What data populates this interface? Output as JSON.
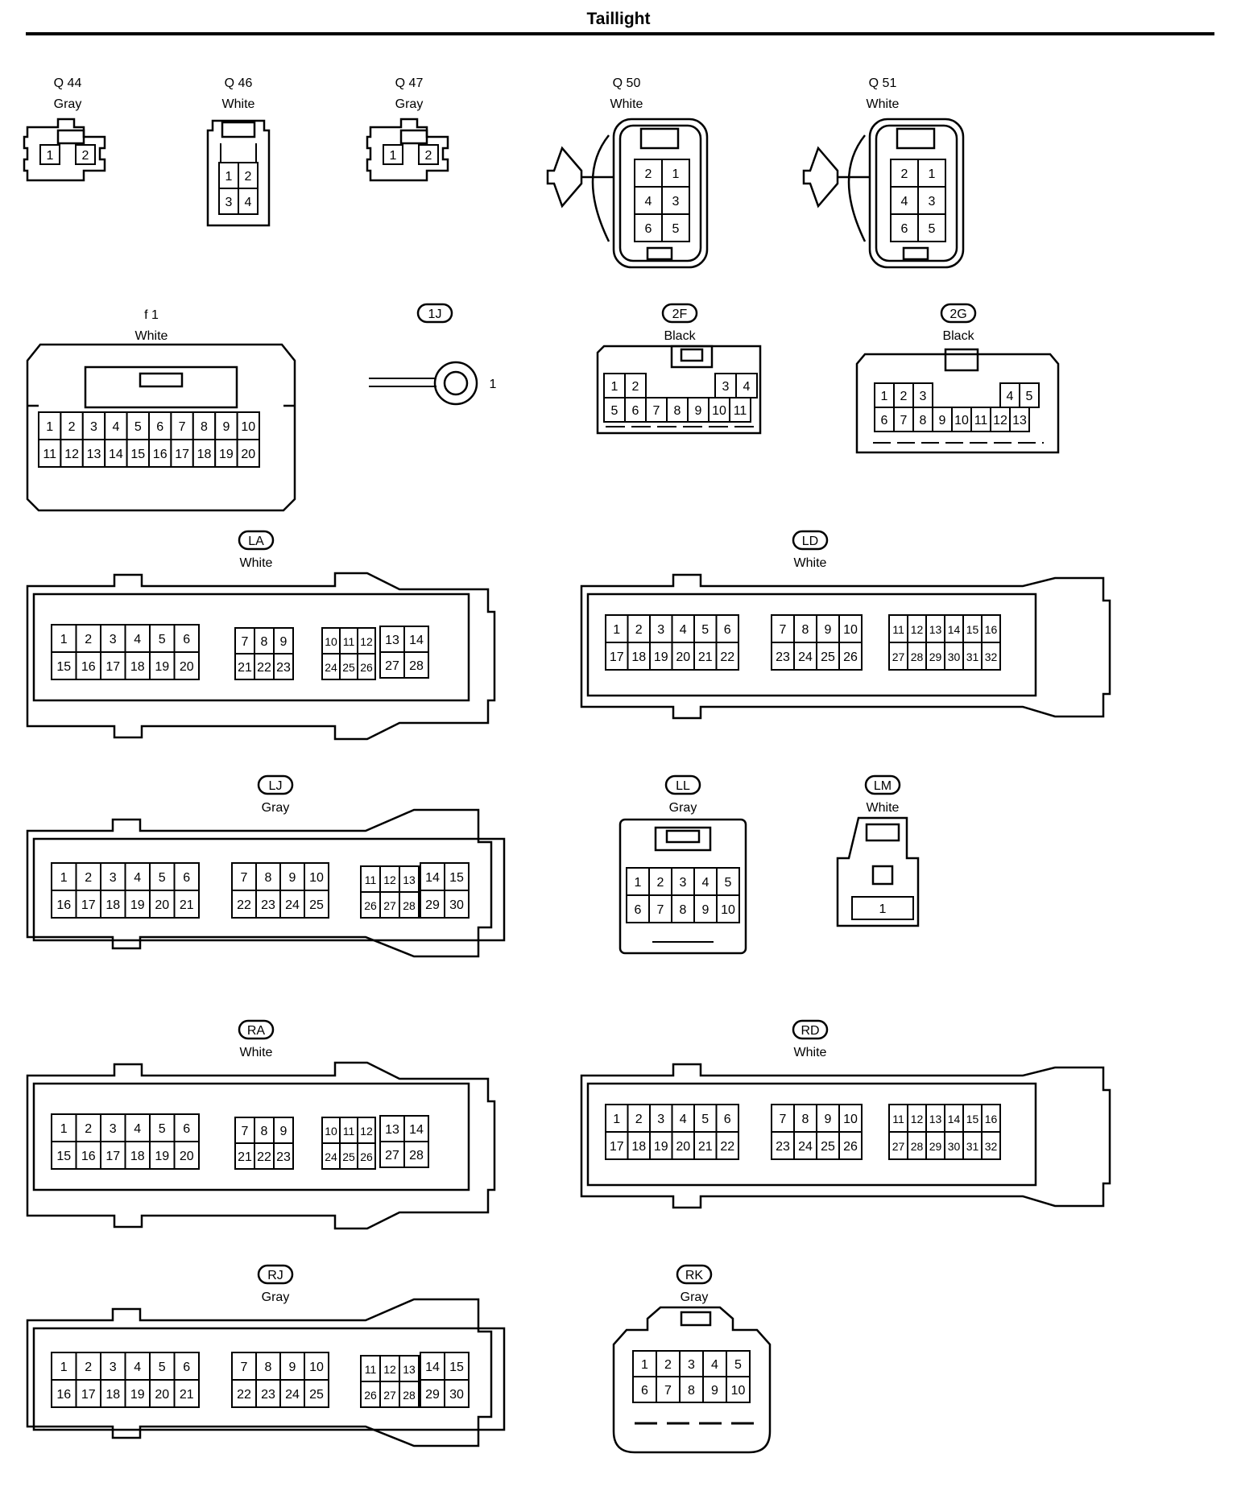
{
  "title": "Taillight",
  "connectors": [
    {
      "id": "Q44",
      "code": "Q 44",
      "color": "Gray",
      "pins": [
        "1",
        "2"
      ]
    },
    {
      "id": "Q46",
      "code": "Q 46",
      "color": "White",
      "pins": [
        "1",
        "2",
        "3",
        "4"
      ]
    },
    {
      "id": "Q47",
      "code": "Q 47",
      "color": "Gray",
      "pins": [
        "1",
        "2"
      ]
    },
    {
      "id": "Q50",
      "code": "Q 50",
      "color": "White",
      "pins": [
        "2",
        "1",
        "4",
        "3",
        "6",
        "5"
      ]
    },
    {
      "id": "Q51",
      "code": "Q 51",
      "color": "White",
      "pins": [
        "2",
        "1",
        "4",
        "3",
        "6",
        "5"
      ]
    },
    {
      "id": "f1",
      "code": "f 1",
      "color": "White",
      "pins": [
        "1",
        "2",
        "3",
        "4",
        "5",
        "6",
        "7",
        "8",
        "9",
        "10",
        "11",
        "12",
        "13",
        "14",
        "15",
        "16",
        "17",
        "18",
        "19",
        "20"
      ]
    },
    {
      "id": "1J",
      "code": "1J",
      "color": "",
      "pins": [
        "1"
      ]
    },
    {
      "id": "2F",
      "code": "2F",
      "color": "Black",
      "pins": [
        "1",
        "2",
        "3",
        "4",
        "5",
        "6",
        "7",
        "8",
        "9",
        "10",
        "11"
      ]
    },
    {
      "id": "2G",
      "code": "2G",
      "color": "Black",
      "pins": [
        "1",
        "2",
        "3",
        "4",
        "5",
        "6",
        "7",
        "8",
        "9",
        "10",
        "11",
        "12",
        "13"
      ]
    },
    {
      "id": "LA",
      "code": "LA",
      "color": "White",
      "pins": [
        "1",
        "2",
        "3",
        "4",
        "5",
        "6",
        "15",
        "16",
        "17",
        "18",
        "19",
        "20",
        "7",
        "8",
        "9",
        "21",
        "22",
        "23",
        "10",
        "11",
        "12",
        "24",
        "25",
        "26",
        "13",
        "14",
        "27",
        "28"
      ]
    },
    {
      "id": "LD",
      "code": "LD",
      "color": "White",
      "pins": [
        "1",
        "2",
        "3",
        "4",
        "5",
        "6",
        "17",
        "18",
        "19",
        "20",
        "21",
        "22",
        "7",
        "8",
        "9",
        "10",
        "23",
        "24",
        "25",
        "26",
        "11",
        "12",
        "13",
        "14",
        "15",
        "16",
        "27",
        "28",
        "29",
        "30",
        "31",
        "32"
      ]
    },
    {
      "id": "LJ",
      "code": "LJ",
      "color": "Gray",
      "pins": [
        "1",
        "2",
        "3",
        "4",
        "5",
        "6",
        "16",
        "17",
        "18",
        "19",
        "20",
        "21",
        "7",
        "8",
        "9",
        "10",
        "22",
        "23",
        "24",
        "25",
        "11",
        "12",
        "13",
        "26",
        "27",
        "28",
        "14",
        "15",
        "29",
        "30"
      ]
    },
    {
      "id": "LL",
      "code": "LL",
      "color": "Gray",
      "pins": [
        "1",
        "2",
        "3",
        "4",
        "5",
        "6",
        "7",
        "8",
        "9",
        "10"
      ]
    },
    {
      "id": "LM",
      "code": "LM",
      "color": "White",
      "pins": [
        "1"
      ]
    },
    {
      "id": "RA",
      "code": "RA",
      "color": "White",
      "pins": [
        "1",
        "2",
        "3",
        "4",
        "5",
        "6",
        "15",
        "16",
        "17",
        "18",
        "19",
        "20",
        "7",
        "8",
        "9",
        "21",
        "22",
        "23",
        "10",
        "11",
        "12",
        "24",
        "25",
        "26",
        "13",
        "14",
        "27",
        "28"
      ]
    },
    {
      "id": "RD",
      "code": "RD",
      "color": "White",
      "pins": [
        "1",
        "2",
        "3",
        "4",
        "5",
        "6",
        "17",
        "18",
        "19",
        "20",
        "21",
        "22",
        "7",
        "8",
        "9",
        "10",
        "23",
        "24",
        "25",
        "26",
        "11",
        "12",
        "13",
        "14",
        "15",
        "16",
        "27",
        "28",
        "29",
        "30",
        "31",
        "32"
      ]
    },
    {
      "id": "RJ",
      "code": "RJ",
      "color": "Gray",
      "pins": [
        "1",
        "2",
        "3",
        "4",
        "5",
        "6",
        "16",
        "17",
        "18",
        "19",
        "20",
        "21",
        "7",
        "8",
        "9",
        "10",
        "22",
        "23",
        "24",
        "25",
        "11",
        "12",
        "13",
        "26",
        "27",
        "28",
        "14",
        "15",
        "29",
        "30"
      ]
    },
    {
      "id": "RK",
      "code": "RK",
      "color": "Gray",
      "pins": [
        "1",
        "2",
        "3",
        "4",
        "5",
        "6",
        "7",
        "8",
        "9",
        "10"
      ]
    }
  ]
}
